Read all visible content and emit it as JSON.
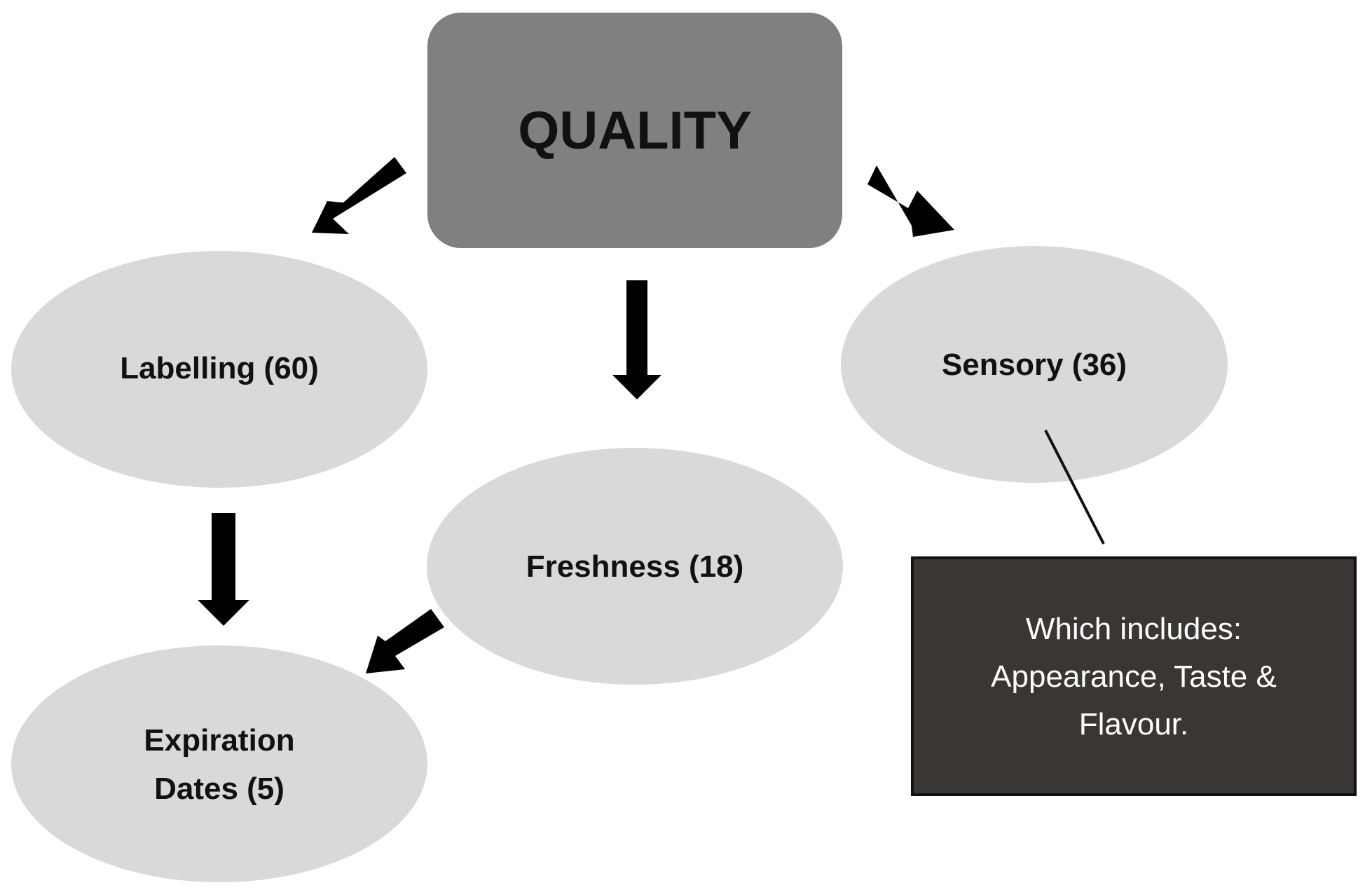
{
  "colors": {
    "root_fill": "#808080",
    "node_fill": "#d9d9d9",
    "note_fill": "#3a3634",
    "note_border": "#111111",
    "arrow": "#000000",
    "text_dark": "#111111",
    "text_light": "#ffffff"
  },
  "root": {
    "label": "QUALITY"
  },
  "nodes": {
    "labelling": {
      "label": "Labelling (60)"
    },
    "sensory": {
      "label": "Sensory (36)"
    },
    "freshness": {
      "label": "Freshness (18)"
    },
    "expiration": {
      "line1": "Expiration",
      "line2": "Dates (5)"
    }
  },
  "note": {
    "line1": "Which includes:",
    "line2": "Appearance, Taste &",
    "line3": "Flavour."
  }
}
